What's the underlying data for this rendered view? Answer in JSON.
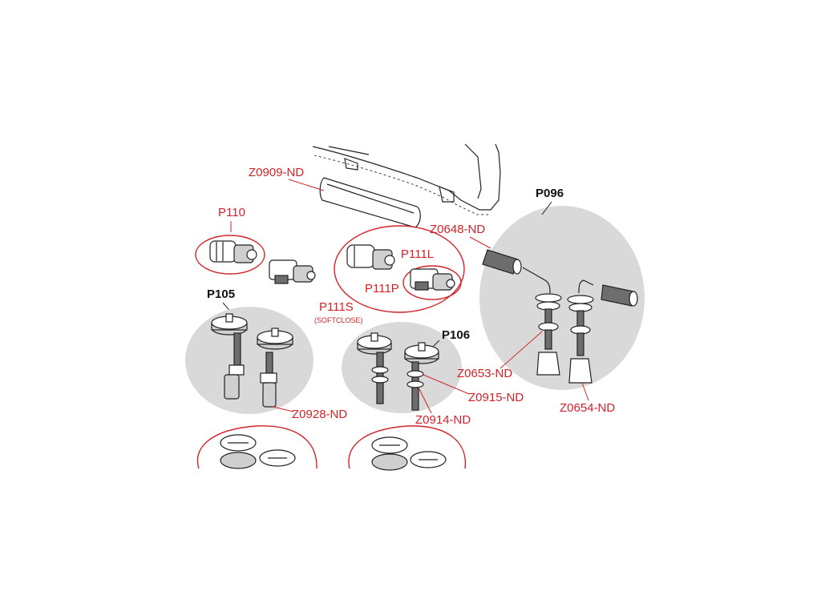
{
  "labels": {
    "z0909": "Z0909-ND",
    "p110": "P110",
    "p105": "P105",
    "p111l": "P111L",
    "p111p": "P111P",
    "p111s": "P111S",
    "softclose": "(SOFTCLOSE)",
    "p106": "P106",
    "p096": "P096",
    "z0648": "Z0648-ND",
    "z0653": "Z0653-ND",
    "z0654": "Z0654-ND",
    "z0915": "Z0915-ND",
    "z0914": "Z0914-ND",
    "z0928": "Z0928-ND"
  },
  "colors": {
    "label_red": "#d2232a",
    "group_gray": "#d9d9d9",
    "outline": "#222222"
  }
}
